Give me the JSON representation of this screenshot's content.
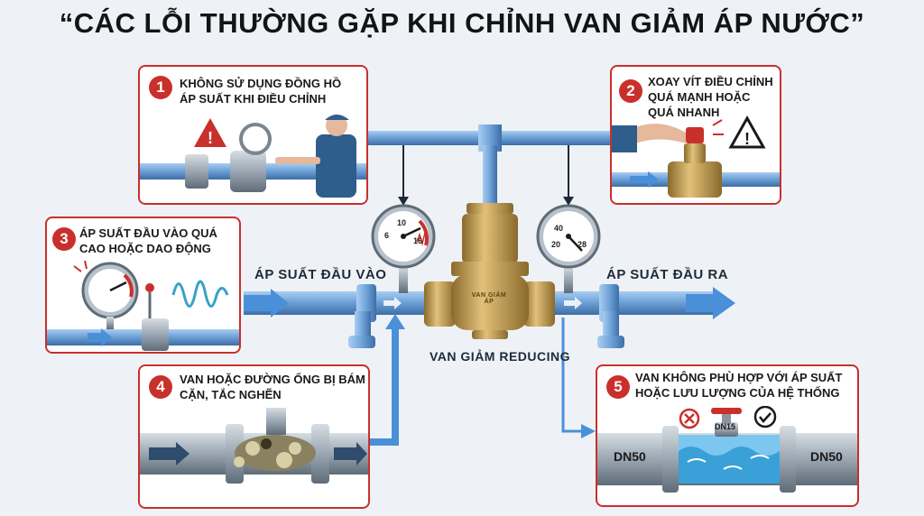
{
  "title": "“CÁC LỖI THƯỜNG GẶP KHI CHỈNH VAN GIẢM ÁP NƯỚC”",
  "cards": [
    {
      "number": "1",
      "text": "KHÔNG SỬ DỤNG ĐỒNG HỒ ÁP SUẤT KHI ĐIỀU CHỈNH"
    },
    {
      "number": "2",
      "text": "XOAY VÍT ĐIỀU CHỈNH QUÁ MẠNH HOẶC QUÁ NHANH"
    },
    {
      "number": "3",
      "text": "ÁP SUẤT ĐẦU VÀO QUÁ CAO HOẶC DAO ĐỘNG"
    },
    {
      "number": "4",
      "text": "VAN HOẶC ĐƯỜNG ỐNG BỊ BÁM CẶN, TẮC NGHẼN"
    },
    {
      "number": "5",
      "text": "VAN KHÔNG PHÙ HỢP VỚI ÁP SUẤT HOẶC LƯU LƯỢNG CỦA HỆ THỐNG"
    }
  ],
  "labels": {
    "inlet": "ÁP SUẤT ĐẦU VÀO",
    "outlet": "ÁP SUẤT ĐẦU RA",
    "valve": "VAN GIẢM REDUCING",
    "valve_body": "VAN GIẢM ÁP",
    "pipe_left": "DN50",
    "pipe_right": "DN50",
    "pipe_small": "DN15"
  },
  "gauge_left_ticks": [
    "6",
    "10",
    "16"
  ],
  "gauge_right_ticks": [
    "40",
    "20",
    "28"
  ],
  "colors": {
    "accent": "#c9302c",
    "pipe": "#6fa3d8",
    "arrow": "#4a90d9",
    "brass": "#c9a35a"
  }
}
